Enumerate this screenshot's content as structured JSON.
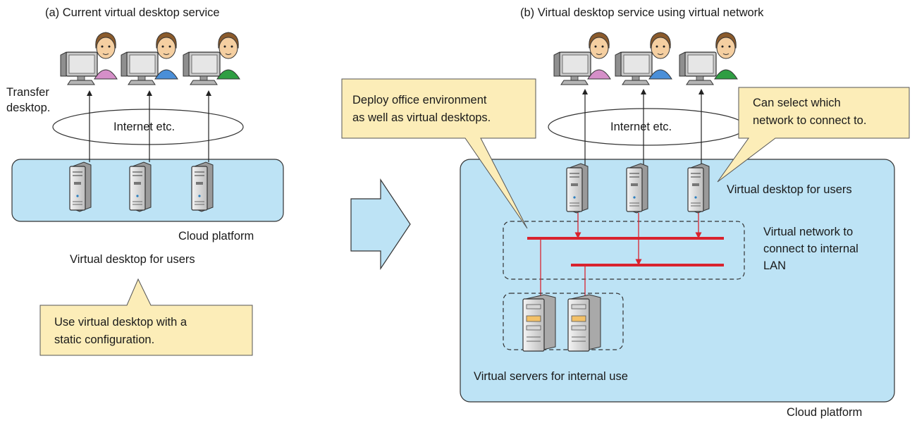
{
  "left": {
    "title": "(a) Current virtual desktop service",
    "transfer_line1": "Transfer",
    "transfer_line2": "desktop.",
    "internet": "Internet etc.",
    "cloud": "Cloud platform",
    "vd_users": "Virtual desktop for users",
    "callout_line1": "Use virtual desktop with a",
    "callout_line2": "static configuration."
  },
  "right": {
    "title": "(b) Virtual desktop service using virtual network",
    "callout_deploy_line1": "Deploy office environment",
    "callout_deploy_line2": "as well as virtual desktops.",
    "callout_select_line1": "Can select which",
    "callout_select_line2": "network to connect to.",
    "internet": "Internet etc.",
    "vd_users": "Virtual desktop for users",
    "vnet_line1": "Virtual network to",
    "vnet_line2": "connect to internal",
    "vnet_line3": "LAN",
    "vservers": "Virtual servers for internal use",
    "cloud": "Cloud platform"
  },
  "colors": {
    "cloud_fill": "#bde3f5",
    "callout_fill": "#fcedb8",
    "network_red": "#d9232e",
    "arrow_fill": "#bde3f5"
  }
}
